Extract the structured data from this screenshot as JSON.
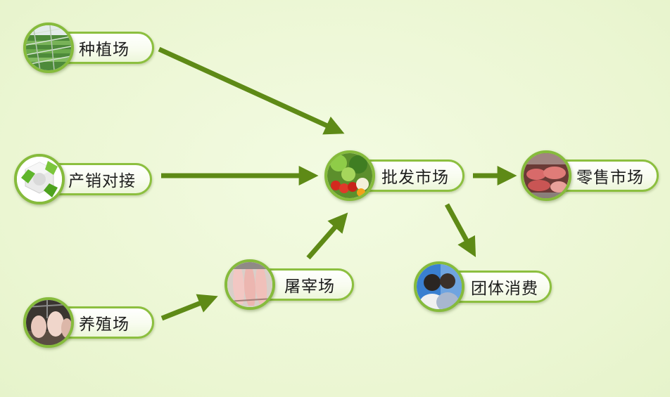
{
  "nodes": {
    "planting": {
      "label": "种植场",
      "icon": "greenhouse-photo-icon"
    },
    "matching": {
      "label": "产销对接",
      "icon": "recycle-cube-icon"
    },
    "breeding": {
      "label": "养殖场",
      "icon": "pig-photo-icon"
    },
    "slaughter": {
      "label": "屠宰场",
      "icon": "meat-carcass-photo-icon"
    },
    "wholesale": {
      "label": "批发市场",
      "icon": "vegetables-photo-icon"
    },
    "retail": {
      "label": "零售市场",
      "icon": "meat-counter-photo-icon"
    },
    "group": {
      "label": "团体消费",
      "icon": "people-photo-icon"
    }
  },
  "colors": {
    "background": "#eef8d8",
    "arrow": "#5e8a16",
    "node_border": "#8cbf3f"
  }
}
